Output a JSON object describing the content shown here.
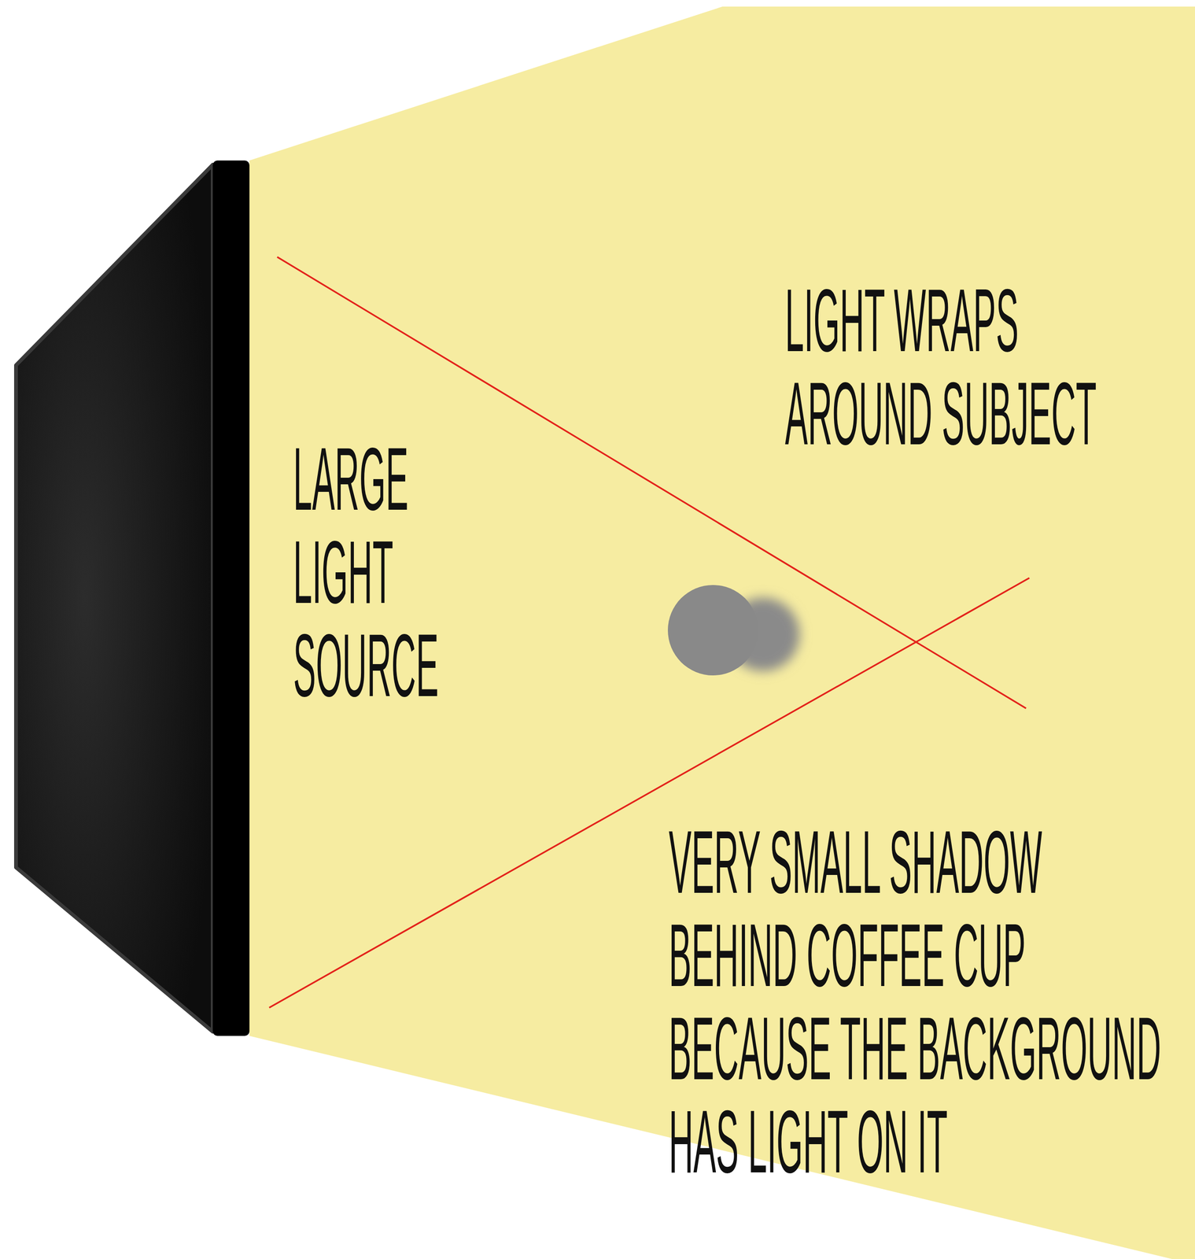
{
  "diagram": {
    "labels": [
      "LARGE LIGHT SOURCE",
      "LIGHT WRAPS AROUND SUBJECT",
      "VERY SMALL SHADOW BEHIND COFFEE CUP BECAUSE THE BACKGROUND HAS LIGHT ON IT"
    ]
  }
}
